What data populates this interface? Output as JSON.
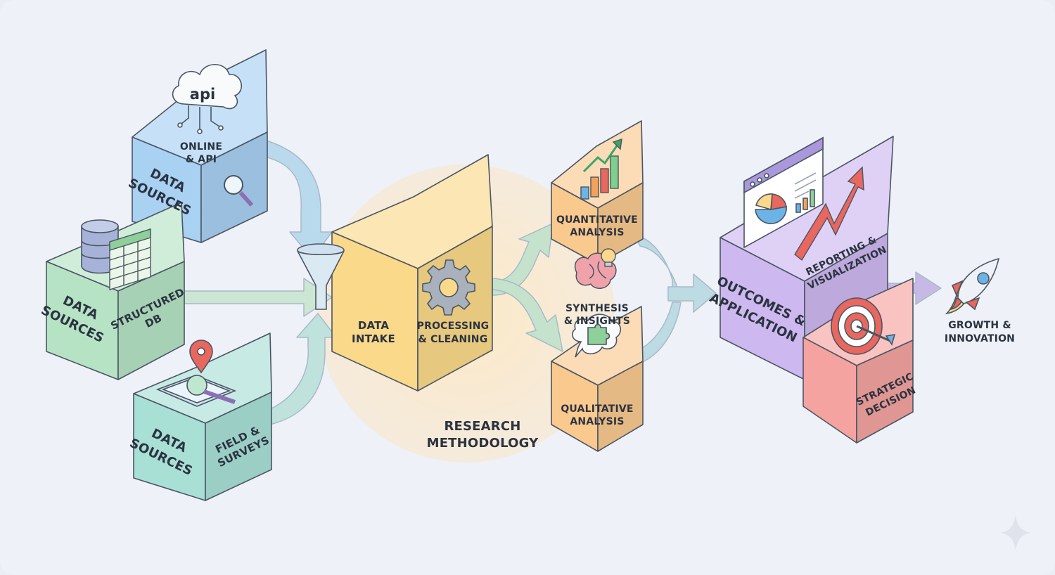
{
  "colors": {
    "blue": "#a8d1f2",
    "green": "#b6e3c4",
    "teal": "#a9e0d6",
    "yellow": "#fbd98a",
    "orange": "#f9c98e",
    "purple": "#cdb8ef",
    "red": "#f4a3a0",
    "outline": "#4b5563",
    "text": "#2b3340"
  },
  "sources": {
    "online": {
      "front": [
        "DATA",
        "SOURCES"
      ],
      "side": [
        "ONLINE",
        "& API"
      ],
      "icon_text": "api"
    },
    "structured": {
      "front": [
        "DATA",
        "SOURCES"
      ],
      "side": [
        "STRUCTURED",
        "DB"
      ]
    },
    "field": {
      "front": [
        "DATA",
        "SOURCES"
      ],
      "side": [
        "FIELD &",
        "SURVEYS"
      ]
    }
  },
  "methodology": {
    "intake": [
      "DATA",
      "INTAKE"
    ],
    "processing": [
      "PROCESSING",
      "& CLEANING"
    ],
    "caption": [
      "RESEARCH",
      "METHODOLOGY"
    ]
  },
  "analysis": {
    "quantitative": [
      "QUANTITATIVE",
      "ANALYSIS"
    ],
    "synthesis": [
      "SYNTHESIS",
      "& INSIGHTS"
    ],
    "qualitative": [
      "QUALITATIVE",
      "ANALYSIS"
    ]
  },
  "outcomes": {
    "main": [
      "OUTCOMES &",
      "APPLICATION"
    ],
    "reporting": [
      "REPORTING &",
      "VISUALIZATION"
    ],
    "strategic": [
      "STRATEGIC",
      "DECISION"
    ]
  },
  "growth": [
    "GROWTH &",
    "INNOVATION"
  ]
}
